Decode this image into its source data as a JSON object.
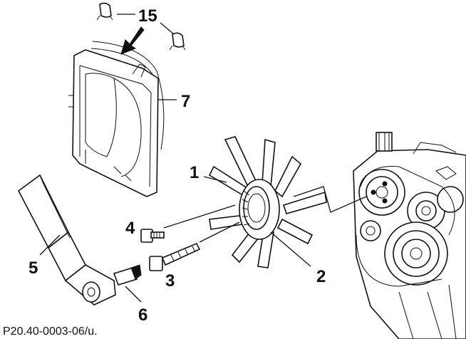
{
  "callouts": {
    "c1": "1",
    "c2": "2",
    "c3": "3",
    "c4": "4",
    "c5": "5",
    "c6": "6",
    "c7": "7",
    "c15": "15"
  },
  "figure_ref": "P20.40-0003-06/u."
}
